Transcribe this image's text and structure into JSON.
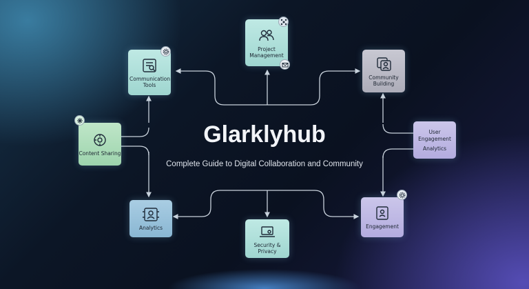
{
  "title": "Glarklyhub",
  "subtitle": "Complete Guide to Digital Collaboration and Community",
  "nodes": {
    "project_management": "Project Management",
    "communication_tools": "Communication Tools",
    "community_building": "Community Building",
    "content_sharing": "Content Sharing",
    "user_engagement_line1": "User Engagement",
    "user_engagement_line2": "Analytics",
    "analytics": "Analytics",
    "security_privacy": "Security & Privacy",
    "engagement": "Engagement"
  },
  "icons": {
    "project_management": "people-icon",
    "communication_tools": "toolkit-icon",
    "community_building": "profile-card-icon",
    "content_sharing": "share-dial-icon",
    "analytics": "user-frame-icon",
    "security_privacy": "laptop-user-icon",
    "engagement": "engagement-doc-icon"
  },
  "colors": {
    "connector": "#c9d2dc",
    "title": "#f2f4f8"
  }
}
